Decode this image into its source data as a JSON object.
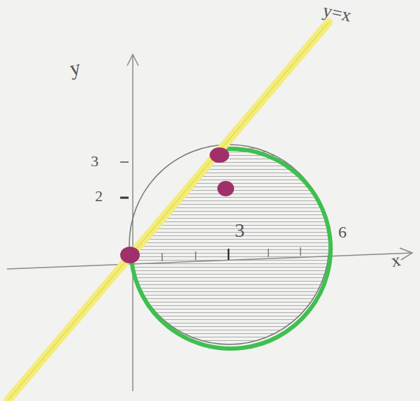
{
  "diagram": {
    "labels": [
      "y=x",
      "y",
      "3",
      "2",
      "3",
      "6",
      "x"
    ]
  }
}
